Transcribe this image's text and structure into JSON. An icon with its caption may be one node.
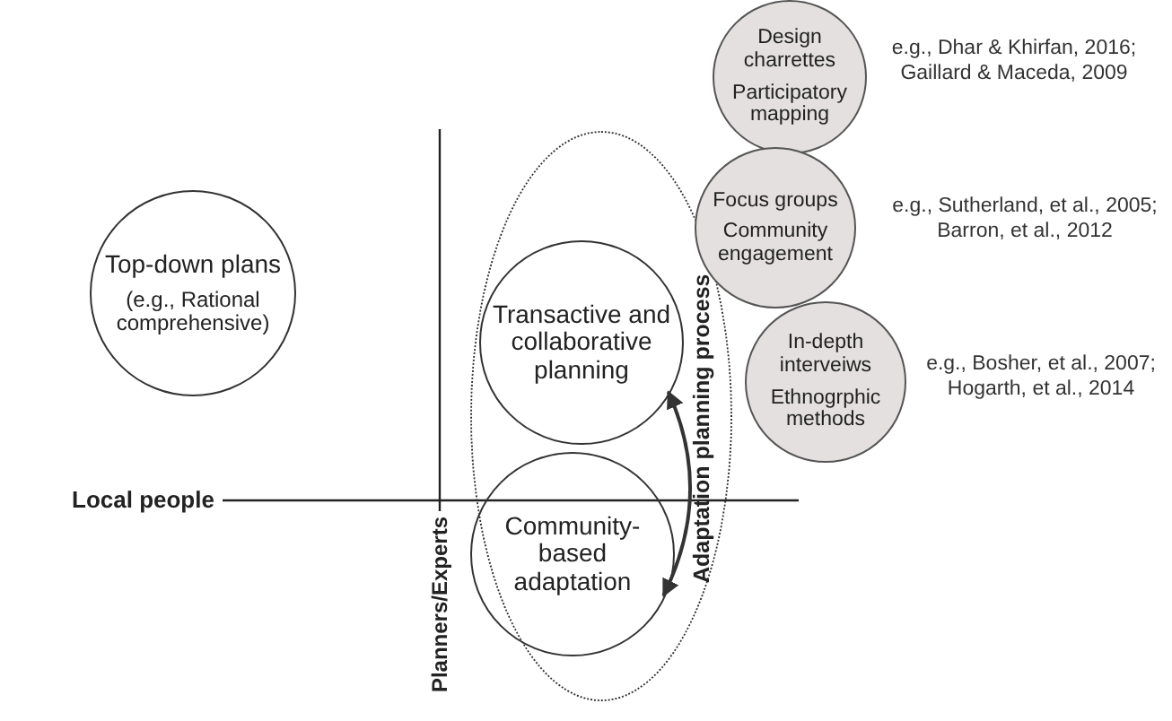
{
  "diagram": {
    "nodes": [
      {
        "text": [
          "Top-down plans",
          "(e.g., Rational comprehensive)"
        ]
      },
      {
        "text": [
          "Adaptation planning process"
        ]
      },
      {
        "text": [
          "Transactive and collaborative planning"
        ],
        "in": 1
      },
      {
        "text": [
          "Community-based adaptation"
        ],
        "in": 1
      },
      {
        "text": [
          "Design charrettes",
          "Participatory mapping"
        ],
        "beside": [
          "e.g., Dhar & Khirfan, 2016; Gaillard & Maceda, 2009"
        ]
      },
      {
        "text": [
          "Focus groups",
          "Community engagement"
        ],
        "beside": [
          "e.g., Sutherland, et al., 2005; Barron, et al., 2012"
        ]
      },
      {
        "text": [
          "In-depth interveiws",
          "Ethnogrphic methods"
        ],
        "beside": [
          "e.g., Bosher, et al., 2007; Hogarth, et al., 2014"
        ]
      }
    ],
    "edges": [
      {
        "from": 3,
        "to": 2,
        "arrow": "both"
      }
    ],
    "labels": [
      "Local people",
      "Planners/Experts"
    ]
  }
}
